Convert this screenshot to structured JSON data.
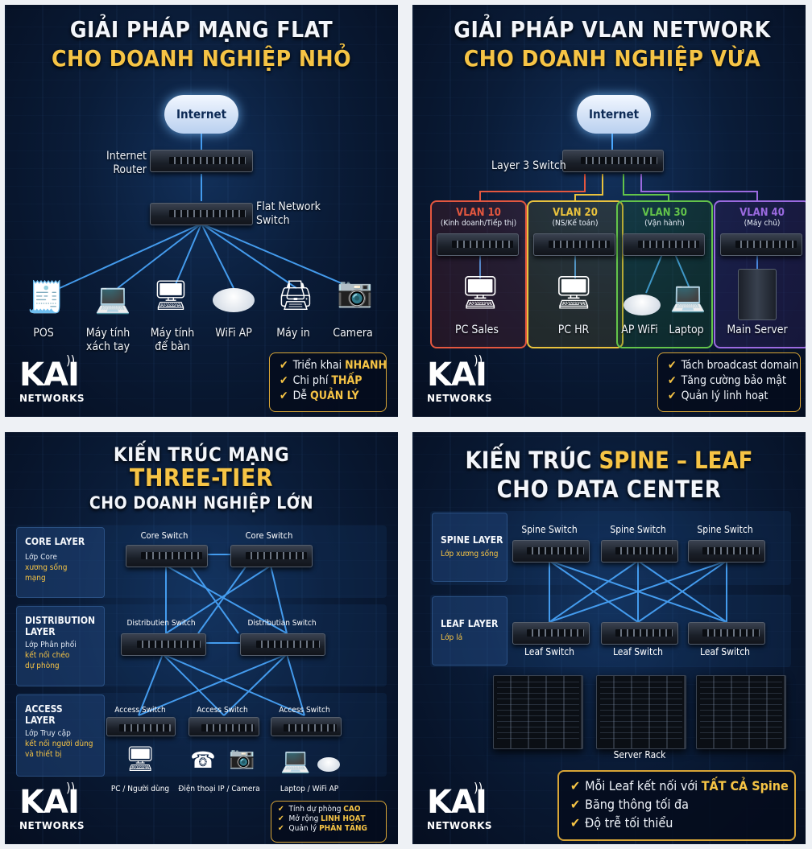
{
  "panel1": {
    "title_line1": "GIẢI PHÁP MẠNG FLAT",
    "title_line2": "CHO DOANH NGHIỆP NHỎ",
    "internet": "Internet",
    "router_label": [
      "Internet",
      "Router"
    ],
    "switch_label": [
      "Flat Network",
      "Switch"
    ],
    "devices": [
      {
        "label": [
          "POS"
        ],
        "icon": "cash-register-icon"
      },
      {
        "label": [
          "Máy tính",
          "xách tay"
        ],
        "icon": "laptop-icon"
      },
      {
        "label": [
          "Máy tính",
          "để bàn"
        ],
        "icon": "desktop-icon"
      },
      {
        "label": [
          "WiFi AP"
        ],
        "icon": "wifi-ap-icon"
      },
      {
        "label": [
          "Máy in"
        ],
        "icon": "printer-icon"
      },
      {
        "label": [
          "Camera"
        ],
        "icon": "camera-icon"
      }
    ],
    "benefits": [
      {
        "text": "Triển khai ",
        "highlight": "NHANH"
      },
      {
        "text": "Chi phí ",
        "highlight": "THẤP"
      },
      {
        "text": "Dễ ",
        "highlight": "QUẢN LÝ"
      }
    ]
  },
  "panel2": {
    "title_line1": "GIẢI PHÁP VLAN NETWORK",
    "title_line2": "CHO DOANH NGHIỆP VỪA",
    "internet": "Internet",
    "switch_label": "Layer 3 Switch",
    "vlans": [
      {
        "name": "VLAN 10",
        "sub": "(Kinh doanh/Tiếp thị)",
        "color": "#e4573f",
        "devices": [
          "PC Sales"
        ]
      },
      {
        "name": "VLAN 20",
        "sub": "(NS/Kế toán)",
        "color": "#e9c23d",
        "devices": [
          "PC HR"
        ]
      },
      {
        "name": "VLAN 30",
        "sub": "(Vận hành)",
        "color": "#63c44a",
        "devices": [
          "AP WiFi",
          "Laptop"
        ]
      },
      {
        "name": "VLAN 40",
        "sub": "(Máy chủ)",
        "color": "#9b6ae0",
        "devices": [
          "Main Server"
        ]
      }
    ],
    "benefits": [
      "Tách broadcast domain",
      "Tăng cường bảo mật",
      "Quản lý linh hoạt"
    ]
  },
  "panel3": {
    "title_line1": "KIẾN TRÚC MẠNG",
    "title_line2": "THREE-TIER",
    "title_line3": "CHO DOANH NGHIỆP LỚN",
    "layers": [
      {
        "name": [
          "CORE LAYER"
        ],
        "sub": "Lớp Core",
        "gold": [
          "xương sống",
          "mạng"
        ]
      },
      {
        "name": [
          "DISTRIBUTION",
          "LAYER"
        ],
        "sub": "Lớp Phân phối",
        "gold": [
          "kết nối chéo",
          "dự phòng"
        ]
      },
      {
        "name": [
          "ACCESS",
          "LAYER"
        ],
        "sub": "Lớp Truy cập",
        "gold": [
          "kết nối người dùng",
          "và thiết bị"
        ]
      }
    ],
    "core_switches": [
      "Core Switch",
      "Core Switch"
    ],
    "dist_switches": [
      "Distributien Switch",
      "Distributian Switch"
    ],
    "access_switches": [
      "Access Switch",
      "Access Switch",
      "Access Switch"
    ],
    "endpoints": [
      "PC / Người dùng",
      "Điện thoại IP / Camera",
      "Laptop / WiFi AP"
    ],
    "benefits": [
      {
        "text": "Tính dự phòng ",
        "highlight": "CAO"
      },
      {
        "text": "Mở rộng ",
        "highlight": "LINH HOẠT"
      },
      {
        "text": "Quản lý ",
        "highlight": "PHÂN TẦNG"
      }
    ]
  },
  "panel4": {
    "title_w1": "KIẾN TRÚC ",
    "title_g1": "SPINE – LEAF",
    "title_line2": "CHO DATA CENTER",
    "spine_layer": {
      "name": "SPINE LAYER",
      "sub": "Lớp xương sống"
    },
    "leaf_layer": {
      "name": "LEAF LAYER",
      "sub": "Lớp lá"
    },
    "spine_switches": [
      "Spine Switch",
      "Spine Switch",
      "Spine Switch"
    ],
    "leaf_switches": [
      "Leaf Switch",
      "Leaf Switch",
      "Leaf Switch"
    ],
    "rack_label": "Server Rack",
    "benefits": [
      {
        "text": "Mỗi Leaf kết nối với ",
        "highlight": "TẤT CẢ Spine"
      },
      {
        "text": "Băng thông tối đa",
        "highlight": ""
      },
      {
        "text": "Độ trễ tối thiểu",
        "highlight": ""
      }
    ]
  },
  "logo": {
    "mark": "KAI",
    "sub": "NETWORKS"
  },
  "colors": {
    "gold": "#f6c445",
    "link": "#4aa8ff",
    "bg": "#0a1c38"
  }
}
